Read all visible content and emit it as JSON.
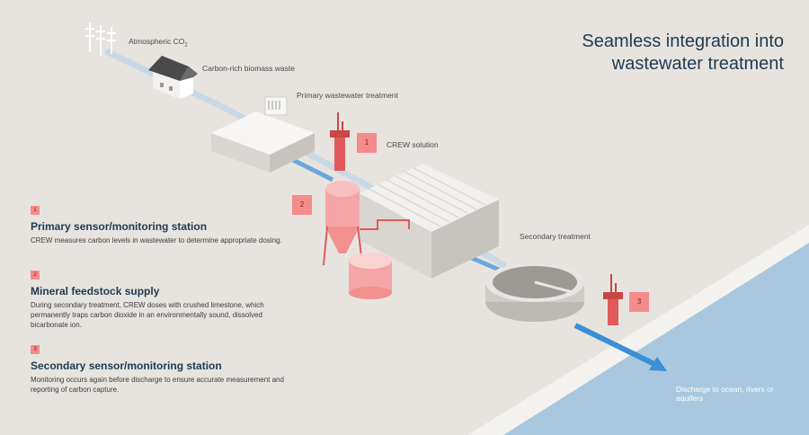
{
  "title": {
    "line1": "Seamless integration into",
    "line2": "wastewater treatment"
  },
  "labels": {
    "atmospheric": "Atmospheric CO",
    "atmospheric_sub": "2",
    "biomass": "Carbon-rich biomass waste",
    "primary_treatment": "Primary wastewater treatment",
    "crew": "CREW solution",
    "secondary_treatment": "Secondary treatment",
    "discharge": "Discharge to ocean, rivers or aquifers"
  },
  "badges": [
    "1",
    "2",
    "3"
  ],
  "legend": [
    {
      "num": "1",
      "title": "Primary sensor/monitoring station",
      "text": "CREW measures carbon levels in wastewater to determine appropriate dosing."
    },
    {
      "num": "2",
      "title": "Mineral feedstock supply",
      "text": "During secondary treatment, CREW doses with crushed limestone, which permanently traps carbon dioxide in an environmentally sound, dissolved bicarbonate ion."
    },
    {
      "num": "3",
      "title": "Secondary sensor/monitoring station",
      "text": "Monitoring occurs again before discharge to ensure accurate measurement and reporting of carbon capture."
    }
  ],
  "colors": {
    "background": "#e7e4df",
    "accent": "#f58b8b",
    "water": "#a9c8df",
    "flow": "#3b8fd6",
    "title": "#1f3a4f"
  }
}
